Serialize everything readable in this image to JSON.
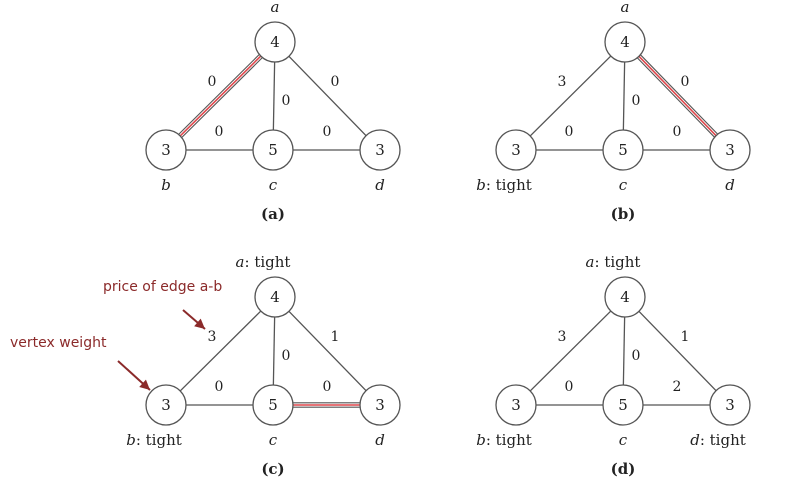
{
  "panels": [
    {
      "id": "a",
      "caption": "(a)",
      "vertices": [
        {
          "id": "a",
          "name": "a",
          "weight": "4",
          "status": ""
        },
        {
          "id": "b",
          "name": "b",
          "weight": "3",
          "status": ""
        },
        {
          "id": "c",
          "name": "c",
          "weight": "5",
          "status": ""
        },
        {
          "id": "d",
          "name": "d",
          "weight": "3",
          "status": ""
        }
      ],
      "edges": [
        {
          "id": "ab",
          "from": "a",
          "to": "b",
          "price": "0",
          "highlighted": true
        },
        {
          "id": "ac",
          "from": "a",
          "to": "c",
          "price": "0",
          "highlighted": false
        },
        {
          "id": "ad",
          "from": "a",
          "to": "d",
          "price": "0",
          "highlighted": false
        },
        {
          "id": "bc",
          "from": "b",
          "to": "c",
          "price": "0",
          "highlighted": false
        },
        {
          "id": "cd",
          "from": "c",
          "to": "d",
          "price": "0",
          "highlighted": false
        }
      ]
    },
    {
      "id": "b",
      "caption": "(b)",
      "vertices": [
        {
          "id": "a",
          "name": "a",
          "weight": "4",
          "status": ""
        },
        {
          "id": "b",
          "name": "b",
          "weight": "3",
          "status": "tight"
        },
        {
          "id": "c",
          "name": "c",
          "weight": "5",
          "status": ""
        },
        {
          "id": "d",
          "name": "d",
          "weight": "3",
          "status": ""
        }
      ],
      "edges": [
        {
          "id": "ab",
          "from": "a",
          "to": "b",
          "price": "3",
          "highlighted": false
        },
        {
          "id": "ac",
          "from": "a",
          "to": "c",
          "price": "0",
          "highlighted": false
        },
        {
          "id": "ad",
          "from": "a",
          "to": "d",
          "price": "0",
          "highlighted": true
        },
        {
          "id": "bc",
          "from": "b",
          "to": "c",
          "price": "0",
          "highlighted": false
        },
        {
          "id": "cd",
          "from": "c",
          "to": "d",
          "price": "0",
          "highlighted": false
        }
      ]
    },
    {
      "id": "c",
      "caption": "(c)",
      "vertices": [
        {
          "id": "a",
          "name": "a",
          "weight": "4",
          "status": "tight"
        },
        {
          "id": "b",
          "name": "b",
          "weight": "3",
          "status": "tight"
        },
        {
          "id": "c",
          "name": "c",
          "weight": "5",
          "status": ""
        },
        {
          "id": "d",
          "name": "d",
          "weight": "3",
          "status": ""
        }
      ],
      "edges": [
        {
          "id": "ab",
          "from": "a",
          "to": "b",
          "price": "3",
          "highlighted": false
        },
        {
          "id": "ac",
          "from": "a",
          "to": "c",
          "price": "0",
          "highlighted": false
        },
        {
          "id": "ad",
          "from": "a",
          "to": "d",
          "price": "1",
          "highlighted": false
        },
        {
          "id": "bc",
          "from": "b",
          "to": "c",
          "price": "0",
          "highlighted": false
        },
        {
          "id": "cd",
          "from": "c",
          "to": "d",
          "price": "0",
          "highlighted": true
        }
      ]
    },
    {
      "id": "d",
      "caption": "(d)",
      "vertices": [
        {
          "id": "a",
          "name": "a",
          "weight": "4",
          "status": "tight"
        },
        {
          "id": "b",
          "name": "b",
          "weight": "3",
          "status": "tight"
        },
        {
          "id": "c",
          "name": "c",
          "weight": "5",
          "status": ""
        },
        {
          "id": "d",
          "name": "d",
          "weight": "3",
          "status": "tight"
        }
      ],
      "edges": [
        {
          "id": "ab",
          "from": "a",
          "to": "b",
          "price": "3",
          "highlighted": false
        },
        {
          "id": "ac",
          "from": "a",
          "to": "c",
          "price": "0",
          "highlighted": false
        },
        {
          "id": "ad",
          "from": "a",
          "to": "d",
          "price": "1",
          "highlighted": false
        },
        {
          "id": "bc",
          "from": "b",
          "to": "c",
          "price": "0",
          "highlighted": false
        },
        {
          "id": "cd",
          "from": "c",
          "to": "d",
          "price": "2",
          "highlighted": false
        }
      ]
    }
  ],
  "annotations": [
    {
      "id": "price-of-edge",
      "text": "price of edge a-b",
      "panel": "c",
      "points_to": "edge-ab"
    },
    {
      "id": "vertex-weight",
      "text": "vertex weight",
      "panel": "c",
      "points_to": "vertex-b"
    }
  ],
  "colors": {
    "stroke": "#555555",
    "text": "#222222",
    "highlight": "#e0474c",
    "annotation": "#8b2a2a"
  }
}
